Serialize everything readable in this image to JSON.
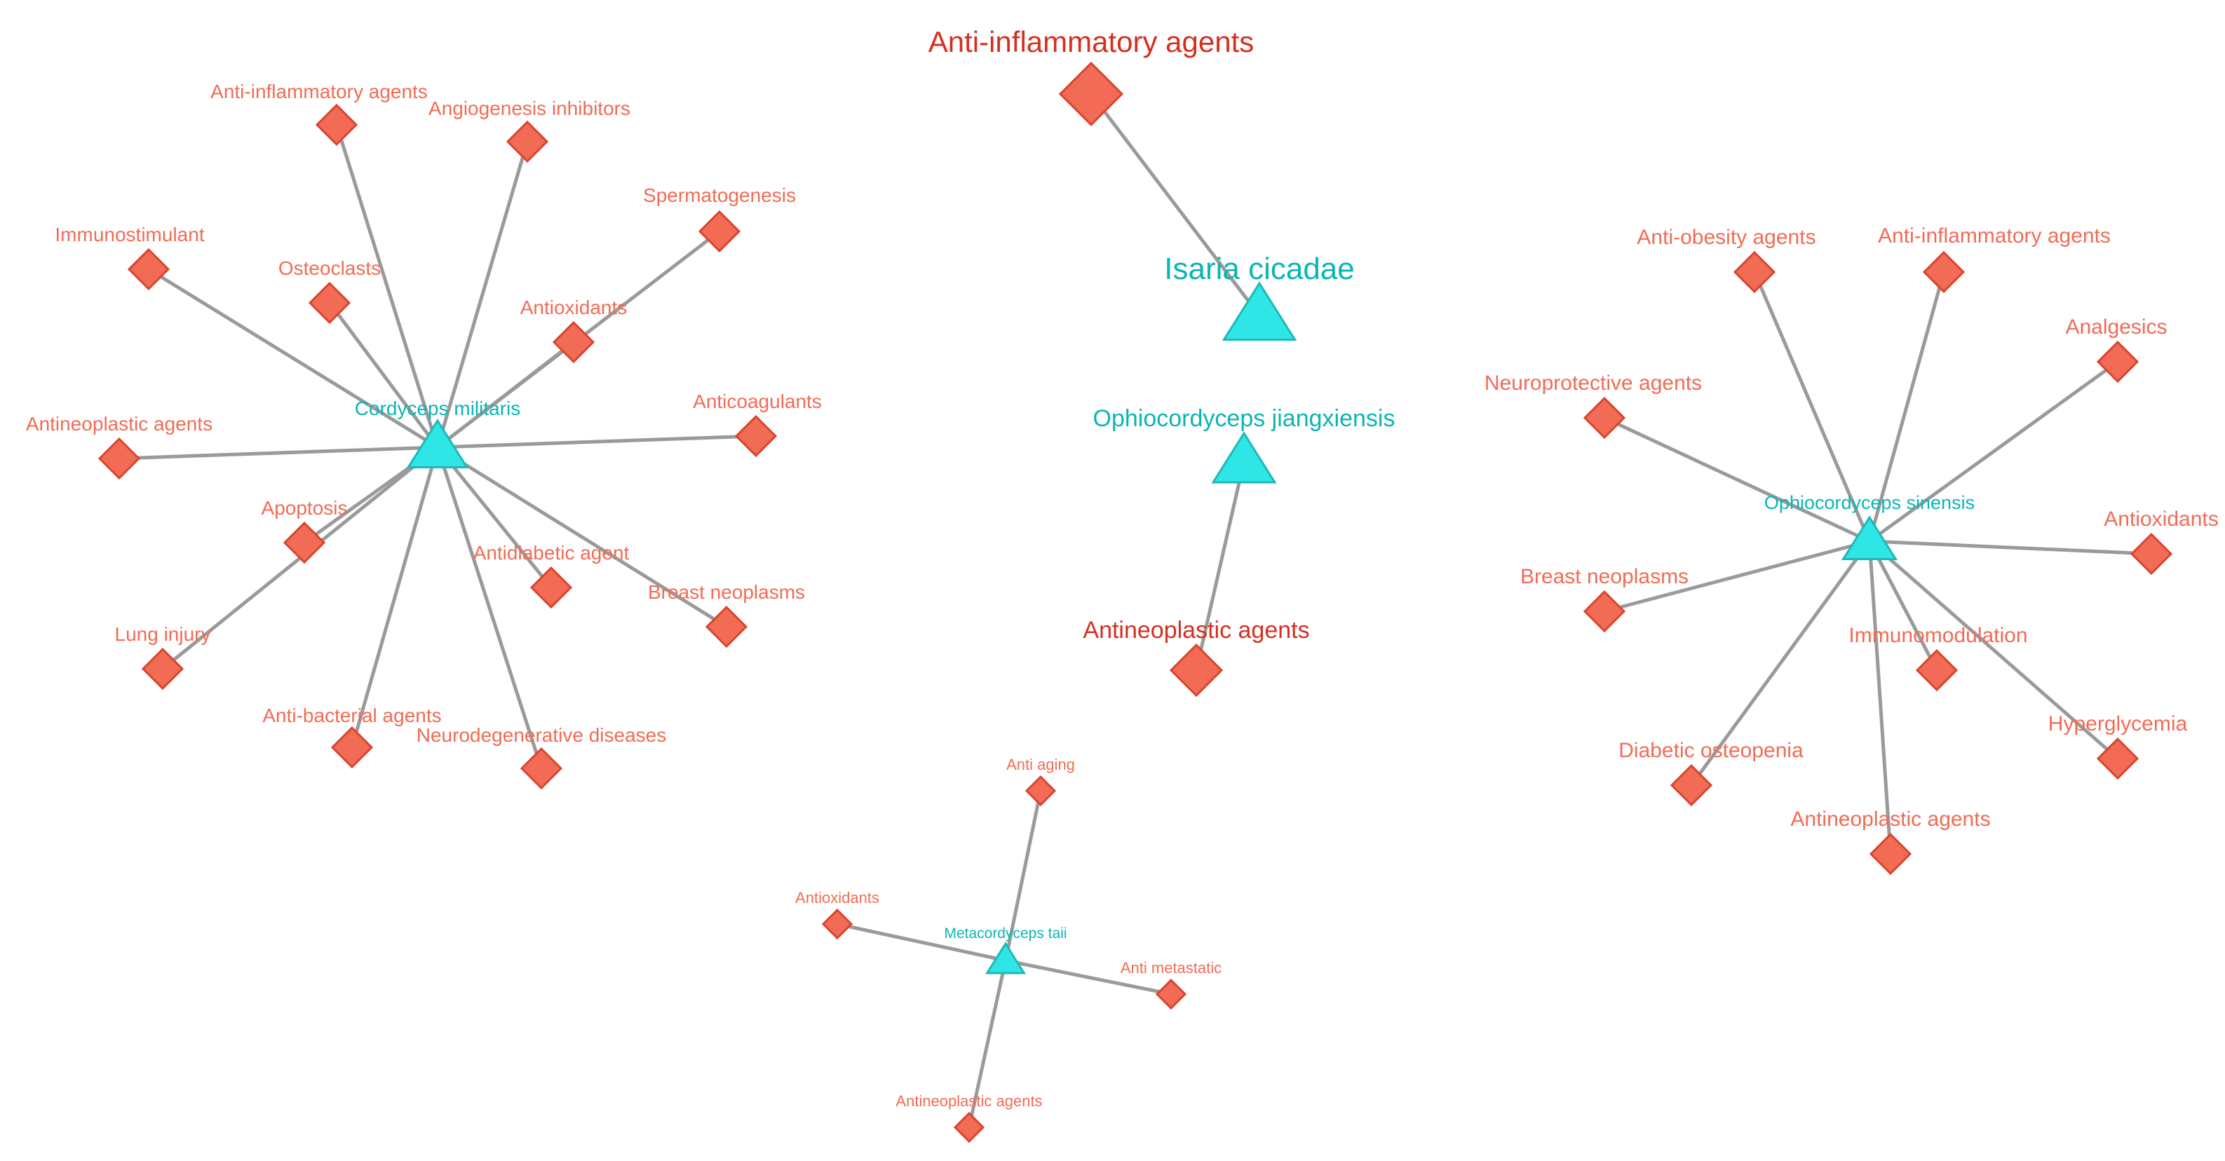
{
  "colors": {
    "target_fill": "#f26b55",
    "target_stroke": "#d9442f",
    "target_text": "#f26b55",
    "target_text_dark": "#d62f1f",
    "source_fill": "#2ee6e6",
    "source_text": "#0bb5b5",
    "edge": "#9a9a9a"
  },
  "clusters": [
    {
      "id": "cordyceps",
      "source": "Cordyceps militaris",
      "targets": [
        "Anti-inflammatory agents",
        "Angiogenesis inhibitors",
        "Spermatogenesis",
        "Immunostimulant",
        "Osteoclasts",
        "Antioxidants",
        "Antineoplastic agents",
        "Anticoagulants",
        "Apoptosis",
        "Antidiabetic agent",
        "Breast neoplasms",
        "Lung injury",
        "Anti-bacterial agents",
        "Neurodegenerative diseases"
      ]
    },
    {
      "id": "isaria",
      "source": "Isaria cicadae",
      "targets": [
        "Anti-inflammatory agents"
      ]
    },
    {
      "id": "jiangxiensis",
      "source": "Ophiocordyceps jiangxiensis",
      "targets": [
        "Antineoplastic agents"
      ]
    },
    {
      "id": "sinensis",
      "source": "Ophiocordyceps sinensis",
      "targets": [
        "Anti-obesity agents",
        "Anti-inflammatory agents",
        "Analgesics",
        "Neuroprotective agents",
        "Antioxidants",
        "Breast neoplasms",
        "Immunomodulation",
        "Hyperglycemia",
        "Diabetic osteopenia",
        "Antineoplastic agents"
      ]
    },
    {
      "id": "metacordyceps",
      "source": "Metacordyceps taii",
      "targets": [
        "Anti aging",
        "Antioxidants",
        "Anti metastatic",
        "Antineoplastic agents"
      ]
    }
  ]
}
